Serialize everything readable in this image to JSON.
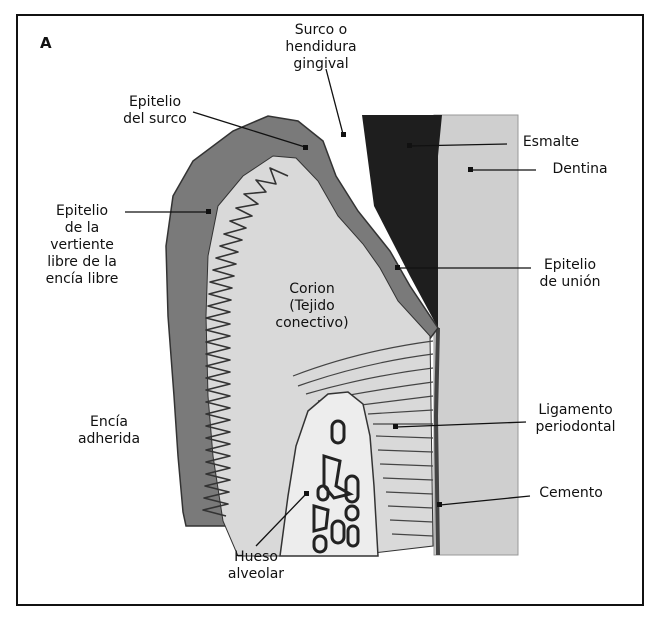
{
  "panel_letter": "A",
  "labels": {
    "surco": "Surco o\nhendidura\ngingival",
    "epitelio_surco": "Epitelio\ndel surco",
    "esmalte": "Esmalte",
    "dentina": "Dentina",
    "epitelio_vertiente": "Epitelio\nde la\nvertiente\nlibre de la\nencía libre",
    "epitelio_union": "Epitelio\nde unión",
    "corion": "Corion\n(Tejido\nconectivo)",
    "ligamento": "Ligamento\nperiodontal",
    "encia_adherida": "Encía\nadherida",
    "cemento": "Cemento",
    "hueso": "Hueso\nalveolar"
  },
  "colors": {
    "epithelium": "#7a7a7a",
    "connective": "#d9d9d9",
    "enamel": "#1e1e1e",
    "dentin": "#cfcfcf",
    "bone": "#ededed",
    "line": "#111111"
  }
}
